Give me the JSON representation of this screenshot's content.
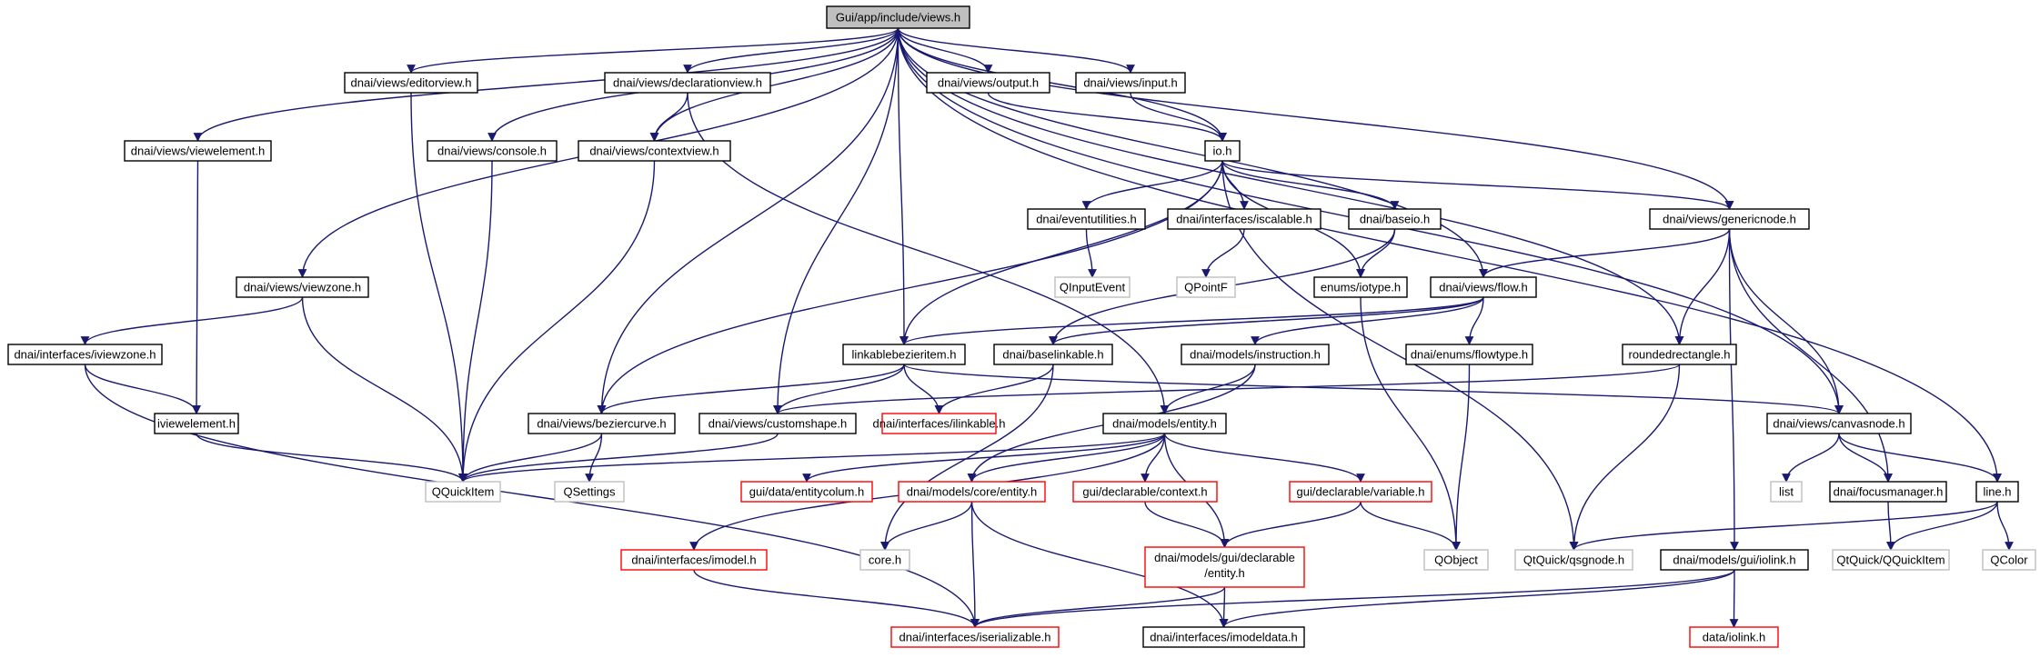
{
  "colors": {
    "edge": "#191970",
    "border_normal": "#000000",
    "border_missing": "#ff0000",
    "border_system": "#bfbfbf",
    "fill_root": "#bfbfbf",
    "fill_default": "#ffffff"
  },
  "nodes": [
    {
      "id": "views",
      "label": "Gui/app/include/views.h",
      "kind": "root"
    },
    {
      "id": "editorview",
      "label": "dnai/views/editorview.h",
      "kind": "normal"
    },
    {
      "id": "declarationview",
      "label": "dnai/views/declarationview.h",
      "kind": "normal"
    },
    {
      "id": "output",
      "label": "dnai/views/output.h",
      "kind": "normal"
    },
    {
      "id": "input",
      "label": "dnai/views/input.h",
      "kind": "normal"
    },
    {
      "id": "viewelement",
      "label": "dnai/views/viewelement.h",
      "kind": "normal"
    },
    {
      "id": "console",
      "label": "dnai/views/console.h",
      "kind": "normal"
    },
    {
      "id": "contextview",
      "label": "dnai/views/contextview.h",
      "kind": "normal"
    },
    {
      "id": "io",
      "label": "io.h",
      "kind": "normal"
    },
    {
      "id": "eventutilities",
      "label": "dnai/eventutilities.h",
      "kind": "normal"
    },
    {
      "id": "iscalable",
      "label": "dnai/interfaces/iscalable.h",
      "kind": "normal"
    },
    {
      "id": "baseio",
      "label": "dnai/baseio.h",
      "kind": "normal"
    },
    {
      "id": "genericnode",
      "label": "dnai/views/genericnode.h",
      "kind": "normal"
    },
    {
      "id": "viewzone",
      "label": "dnai/views/viewzone.h",
      "kind": "normal"
    },
    {
      "id": "qinputevent",
      "label": "QInputEvent",
      "kind": "system"
    },
    {
      "id": "qpointf",
      "label": "QPointF",
      "kind": "system"
    },
    {
      "id": "iotype",
      "label": "enums/iotype.h",
      "kind": "normal"
    },
    {
      "id": "flow",
      "label": "dnai/views/flow.h",
      "kind": "normal"
    },
    {
      "id": "iviewzone",
      "label": "dnai/interfaces/iviewzone.h",
      "kind": "normal"
    },
    {
      "id": "linkablebezieritem",
      "label": "linkablebezieritem.h",
      "kind": "normal"
    },
    {
      "id": "baselinkable",
      "label": "dnai/baselinkable.h",
      "kind": "normal"
    },
    {
      "id": "instruction",
      "label": "dnai/models/instruction.h",
      "kind": "normal"
    },
    {
      "id": "flowtype",
      "label": "dnai/enums/flowtype.h",
      "kind": "normal"
    },
    {
      "id": "roundedrectangle",
      "label": "roundedrectangle.h",
      "kind": "normal"
    },
    {
      "id": "iviewelement",
      "label": "iviewelement.h",
      "kind": "normal"
    },
    {
      "id": "beziercurve",
      "label": "dnai/views/beziercurve.h",
      "kind": "normal"
    },
    {
      "id": "customshape",
      "label": "dnai/views/customshape.h",
      "kind": "normal"
    },
    {
      "id": "ilinkable",
      "label": "dnai/interfaces/ilinkable.h",
      "kind": "missing"
    },
    {
      "id": "entity",
      "label": "dnai/models/entity.h",
      "kind": "normal"
    },
    {
      "id": "canvasnode",
      "label": "dnai/views/canvasnode.h",
      "kind": "normal"
    },
    {
      "id": "qquickitem",
      "label": "QQuickItem",
      "kind": "system"
    },
    {
      "id": "qsettings",
      "label": "QSettings",
      "kind": "system"
    },
    {
      "id": "entitycolum",
      "label": "gui/data/entitycolum.h",
      "kind": "missing"
    },
    {
      "id": "coreentity",
      "label": "dnai/models/core/entity.h",
      "kind": "missing"
    },
    {
      "id": "context",
      "label": "gui/declarable/context.h",
      "kind": "missing"
    },
    {
      "id": "variable",
      "label": "gui/declarable/variable.h",
      "kind": "missing"
    },
    {
      "id": "list",
      "label": "list",
      "kind": "system"
    },
    {
      "id": "focusmanager",
      "label": "dnai/focusmanager.h",
      "kind": "normal"
    },
    {
      "id": "line",
      "label": "line.h",
      "kind": "normal"
    },
    {
      "id": "imodel",
      "label": "dnai/interfaces/imodel.h",
      "kind": "missing"
    },
    {
      "id": "core",
      "label": "core.h",
      "kind": "system"
    },
    {
      "id": "guientity",
      "label": "dnai/models/gui/declarable",
      "label2": "/entity.h",
      "kind": "missing"
    },
    {
      "id": "qobject",
      "label": "QObject",
      "kind": "system"
    },
    {
      "id": "qsgnode",
      "label": "QtQuick/qsgnode.h",
      "kind": "system"
    },
    {
      "id": "iolink",
      "label": "dnai/models/gui/iolink.h",
      "kind": "normal"
    },
    {
      "id": "qtquickitem",
      "label": "QtQuick/QQuickItem",
      "kind": "system"
    },
    {
      "id": "qcolor",
      "label": "QColor",
      "kind": "system"
    },
    {
      "id": "iserializable",
      "label": "dnai/interfaces/iserializable.h",
      "kind": "missing"
    },
    {
      "id": "imodeldata",
      "label": "dnai/interfaces/imodeldata.h",
      "kind": "normal"
    },
    {
      "id": "datailink",
      "label": "data/iolink.h",
      "kind": "missing"
    }
  ],
  "edges": [
    [
      "views",
      "editorview"
    ],
    [
      "views",
      "declarationview"
    ],
    [
      "views",
      "output"
    ],
    [
      "views",
      "input"
    ],
    [
      "views",
      "viewelement"
    ],
    [
      "views",
      "console"
    ],
    [
      "views",
      "contextview"
    ],
    [
      "views",
      "io"
    ],
    [
      "views",
      "genericnode"
    ],
    [
      "views",
      "viewzone"
    ],
    [
      "views",
      "flow"
    ],
    [
      "views",
      "linkablebezieritem"
    ],
    [
      "views",
      "roundedrectangle"
    ],
    [
      "views",
      "beziercurve"
    ],
    [
      "views",
      "customshape"
    ],
    [
      "views",
      "canvasnode"
    ],
    [
      "views",
      "line"
    ],
    [
      "editorview",
      "qquickitem"
    ],
    [
      "declarationview",
      "contextview"
    ],
    [
      "declarationview",
      "entity"
    ],
    [
      "output",
      "io"
    ],
    [
      "input",
      "io"
    ],
    [
      "viewelement",
      "iviewelement"
    ],
    [
      "console",
      "qquickitem"
    ],
    [
      "contextview",
      "qquickitem"
    ],
    [
      "io",
      "eventutilities"
    ],
    [
      "io",
      "iscalable"
    ],
    [
      "io",
      "baseio"
    ],
    [
      "io",
      "genericnode"
    ],
    [
      "io",
      "iotype"
    ],
    [
      "io",
      "linkablebezieritem"
    ],
    [
      "io",
      "beziercurve"
    ],
    [
      "io",
      "qsgnode"
    ],
    [
      "eventutilities",
      "qinputevent"
    ],
    [
      "iscalable",
      "qpointf"
    ],
    [
      "baseio",
      "iotype"
    ],
    [
      "baseio",
      "baselinkable"
    ],
    [
      "genericnode",
      "flow"
    ],
    [
      "genericnode",
      "roundedrectangle"
    ],
    [
      "genericnode",
      "canvasnode"
    ],
    [
      "genericnode",
      "focusmanager"
    ],
    [
      "genericnode",
      "iolink"
    ],
    [
      "viewzone",
      "iviewzone"
    ],
    [
      "viewzone",
      "qquickitem"
    ],
    [
      "iotype",
      "qobject"
    ],
    [
      "flow",
      "linkablebezieritem"
    ],
    [
      "flow",
      "baselinkable"
    ],
    [
      "flow",
      "instruction"
    ],
    [
      "flow",
      "flowtype"
    ],
    [
      "iviewzone",
      "iviewelement"
    ],
    [
      "iviewzone",
      "iserializable"
    ],
    [
      "linkablebezieritem",
      "beziercurve"
    ],
    [
      "linkablebezieritem",
      "customshape"
    ],
    [
      "linkablebezieritem",
      "ilinkable"
    ],
    [
      "linkablebezieritem",
      "canvasnode"
    ],
    [
      "baselinkable",
      "ilinkable"
    ],
    [
      "baselinkable",
      "core"
    ],
    [
      "instruction",
      "entity"
    ],
    [
      "instruction",
      "coreentity"
    ],
    [
      "flowtype",
      "qobject"
    ],
    [
      "roundedrectangle",
      "customshape"
    ],
    [
      "roundedrectangle",
      "qsgnode"
    ],
    [
      "iviewelement",
      "qquickitem"
    ],
    [
      "beziercurve",
      "qquickitem"
    ],
    [
      "beziercurve",
      "qsettings"
    ],
    [
      "customshape",
      "qquickitem"
    ],
    [
      "entity",
      "qquickitem"
    ],
    [
      "entity",
      "entitycolum"
    ],
    [
      "entity",
      "coreentity"
    ],
    [
      "entity",
      "context"
    ],
    [
      "entity",
      "variable"
    ],
    [
      "entity",
      "imodel"
    ],
    [
      "entity",
      "guientity"
    ],
    [
      "canvasnode",
      "list"
    ],
    [
      "canvasnode",
      "focusmanager"
    ],
    [
      "canvasnode",
      "line"
    ],
    [
      "coreentity",
      "core"
    ],
    [
      "coreentity",
      "iserializable"
    ],
    [
      "coreentity",
      "imodeldata"
    ],
    [
      "context",
      "guientity"
    ],
    [
      "variable",
      "guientity"
    ],
    [
      "variable",
      "qobject"
    ],
    [
      "focusmanager",
      "qtquickitem"
    ],
    [
      "line",
      "qsgnode"
    ],
    [
      "line",
      "qtquickitem"
    ],
    [
      "line",
      "qcolor"
    ],
    [
      "imodel",
      "iserializable"
    ],
    [
      "guientity",
      "iserializable"
    ],
    [
      "guientity",
      "imodeldata"
    ],
    [
      "iolink",
      "iserializable"
    ],
    [
      "iolink",
      "imodeldata"
    ],
    [
      "iolink",
      "datailink"
    ]
  ]
}
